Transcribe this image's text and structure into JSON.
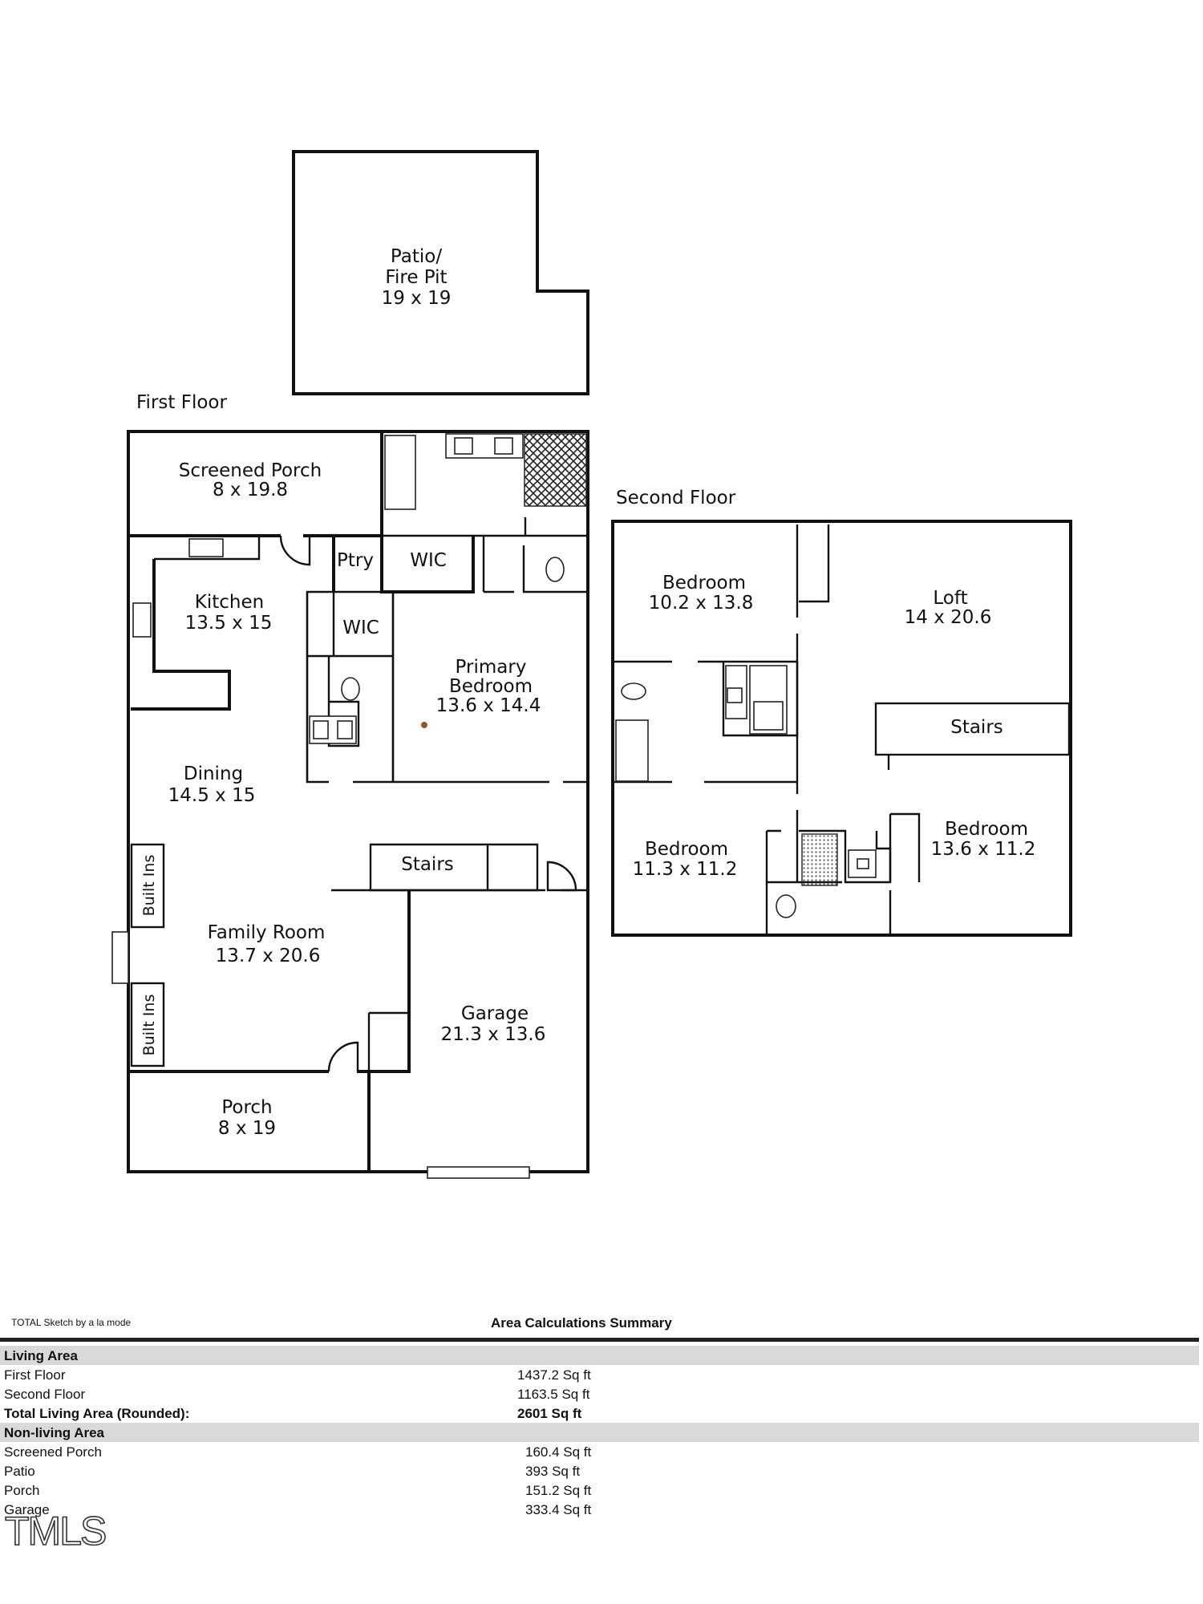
{
  "plan": {
    "patio": {
      "name": "Patio/",
      "name2": "Fire Pit",
      "dims": "19 x 19"
    },
    "first_floor": {
      "title": "First Floor",
      "rooms": {
        "screened_porch": {
          "name": "Screened Porch",
          "dims": "8 x 19.8"
        },
        "ptry": {
          "name": "Ptry"
        },
        "wic_upper": {
          "name": "WIC"
        },
        "wic_lower": {
          "name": "WIC"
        },
        "kitchen": {
          "name": "Kitchen",
          "dims": "13.5 x 15"
        },
        "primary_bedroom": {
          "name": "Primary",
          "name2": "Bedroom",
          "dims": "13.6 x 14.4"
        },
        "dining": {
          "name": "Dining",
          "dims": "14.5 x 15"
        },
        "stairs": {
          "name": "Stairs"
        },
        "built_ins_upper": {
          "name": "Built Ins"
        },
        "built_ins_lower": {
          "name": "Built Ins"
        },
        "family_room": {
          "name": "Family Room",
          "dims": "13.7 x 20.6"
        },
        "garage": {
          "name": "Garage",
          "dims": "21.3 x 13.6"
        },
        "porch": {
          "name": "Porch",
          "dims": "8 x 19"
        }
      }
    },
    "second_floor": {
      "title": "Second Floor",
      "rooms": {
        "bedroom_nw": {
          "name": "Bedroom",
          "dims": "10.2 x 13.8"
        },
        "loft": {
          "name": "Loft",
          "dims": "14 x 20.6"
        },
        "stairs": {
          "name": "Stairs"
        },
        "bedroom_sw": {
          "name": "Bedroom",
          "dims": "11.3 x 11.2"
        },
        "bedroom_se": {
          "name": "Bedroom",
          "dims": "13.6 x 11.2"
        }
      }
    }
  },
  "summary": {
    "credit": "TOTAL Sketch by a la mode",
    "title": "Area Calculations Summary",
    "living_header": "Living Area",
    "living": [
      {
        "name": "First Floor",
        "value": "1437.2 Sq ft"
      },
      {
        "name": "Second Floor",
        "value": "1163.5 Sq ft"
      }
    ],
    "total": {
      "name": "Total Living Area (Rounded):",
      "value": "2601 Sq ft"
    },
    "nonliving_header": "Non-living Area",
    "nonliving": [
      {
        "name": "Screened Porch",
        "value": "160.4 Sq ft"
      },
      {
        "name": "Patio",
        "value": "393 Sq ft"
      },
      {
        "name": "Porch",
        "value": "151.2 Sq ft"
      },
      {
        "name": "Garage",
        "value": "333.4 Sq ft"
      }
    ]
  },
  "watermark": "TMLS"
}
